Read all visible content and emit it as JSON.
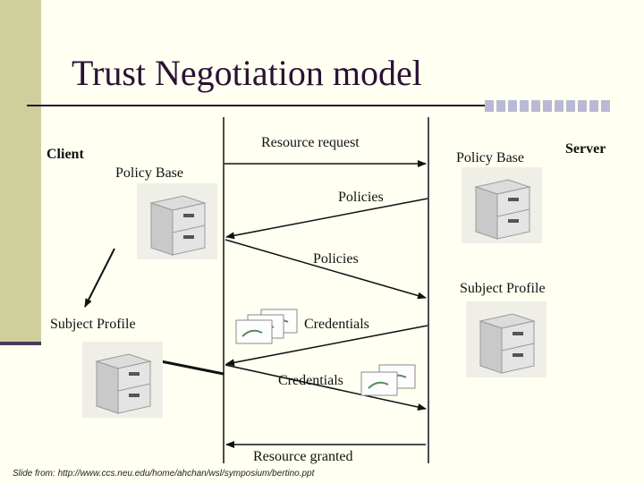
{
  "slide": {
    "title": "Trust Negotiation model",
    "footer_source": "Slide from: http://www.ccs.neu.edu/home/ahchan/wsl/symposium/bertino.ppt"
  },
  "parties": {
    "client": "Client",
    "server": "Server"
  },
  "stores": {
    "client_policy_base": "Policy Base",
    "server_policy_base": "Policy Base",
    "client_subject_profile": "Subject Profile",
    "server_subject_profile": "Subject Profile"
  },
  "messages": {
    "resource_request": "Resource request",
    "policies_1": "Policies",
    "policies_2": "Policies",
    "credentials_1": "Credentials",
    "credentials_2": "Credentials",
    "resource_granted": "Resource granted"
  },
  "icons": {
    "cabinet": "filing-cabinet-icon",
    "credential_docs": "certificate-documents-icon"
  },
  "colors": {
    "background": "#fffff2",
    "sidebar": "#cfcf9c",
    "title": "#2a1133",
    "accent": "#b9b9d6"
  }
}
